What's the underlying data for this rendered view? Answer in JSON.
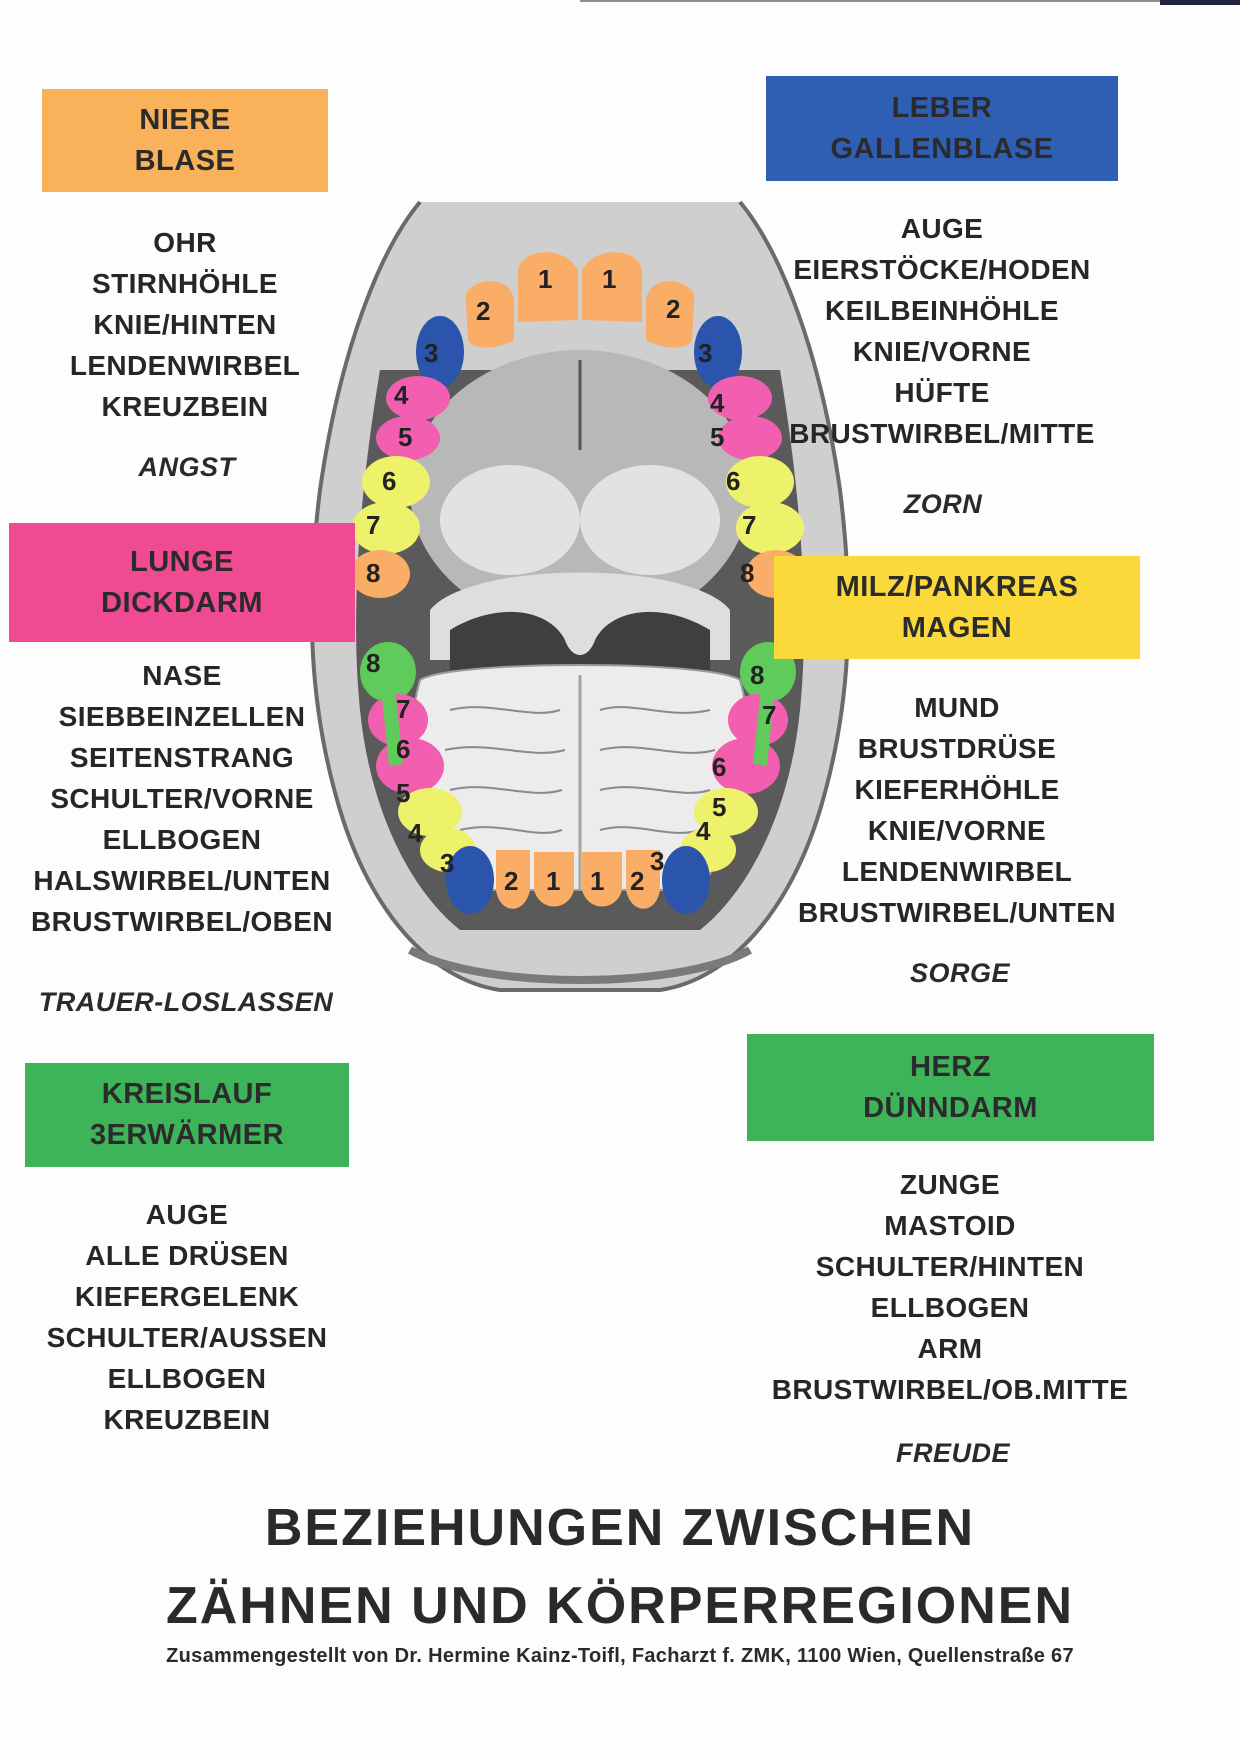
{
  "colors": {
    "niere": "#f9b25a",
    "leber": "#2f5fb5",
    "lunge": "#ef4a92",
    "milz": "#fbd93a",
    "kreislauf": "#3db35a",
    "herz": "#3db35a",
    "tooth_orange": "#f9ad66",
    "tooth_blue": "#2b55ad",
    "tooth_pink": "#f25fb0",
    "tooth_yellow": "#eef16a",
    "tooth_green": "#5ecb5a"
  },
  "groups": [
    {
      "id": "niere",
      "header": [
        "NIERE",
        "BLASE"
      ],
      "items": [
        "OHR",
        "STIRNHÖHLE",
        "KNIE/HINTEN",
        "LENDENWIRBEL",
        "KREUZBEIN"
      ],
      "emotion": "ANGST"
    },
    {
      "id": "leber",
      "header": [
        "LEBER",
        "GALLENBLASE"
      ],
      "items": [
        "AUGE",
        "EIERSTÖCKE/HODEN",
        "KEILBEINHÖHLE",
        "KNIE/VORNE",
        "HÜFTE",
        "BRUSTWIRBEL/MITTE"
      ],
      "emotion": "ZORN"
    },
    {
      "id": "lunge",
      "header": [
        "LUNGE",
        "DICKDARM"
      ],
      "items": [
        "NASE",
        "SIEBBEINZELLEN",
        "SEITENSTRANG",
        "SCHULTER/VORNE",
        "ELLBOGEN",
        "HALSWIRBEL/UNTEN",
        "BRUSTWIRBEL/OBEN"
      ],
      "emotion": "TRAUER-LOSLASSEN"
    },
    {
      "id": "milz",
      "header": [
        "MILZ/PANKREAS",
        "MAGEN"
      ],
      "items": [
        "MUND",
        "BRUSTDRÜSE",
        "KIEFERHÖHLE",
        "KNIE/VORNE",
        "LENDENWIRBEL",
        "BRUSTWIRBEL/UNTEN"
      ],
      "emotion": "SORGE"
    },
    {
      "id": "kreislauf",
      "header": [
        "KREISLAUF",
        "3ERWÄRMER"
      ],
      "items": [
        "AUGE",
        "ALLE DRÜSEN",
        "KIEFERGELENK",
        "SCHULTER/AUSSEN",
        "ELLBOGEN",
        "KREUZBEIN"
      ],
      "emotion": ""
    },
    {
      "id": "herz",
      "header": [
        "HERZ",
        "DÜNNDARM"
      ],
      "items": [
        "ZUNGE",
        "MASTOID",
        "SCHULTER/HINTEN",
        "ELLBOGEN",
        "ARM",
        "BRUSTWIRBEL/OB.MITTE"
      ],
      "emotion": "FREUDE"
    }
  ],
  "teeth": {
    "upper_left": [
      "1",
      "2",
      "3",
      "4",
      "5",
      "6",
      "7",
      "8"
    ],
    "upper_right": [
      "1",
      "2",
      "3",
      "4",
      "5",
      "6",
      "7",
      "8"
    ],
    "lower_left": [
      "1",
      "2",
      "3",
      "4",
      "5",
      "6",
      "7",
      "8"
    ],
    "lower_right": [
      "1",
      "2",
      "3",
      "4",
      "5",
      "6",
      "7",
      "8"
    ]
  },
  "footer": {
    "title_line1": "BEZIEHUNGEN ZWISCHEN",
    "title_line2": "ZÄHNEN UND KÖRPERREGIONEN",
    "credit": "Zusammengestellt von Dr. Hermine Kainz-Toifl, Facharzt f. ZMK, 1100 Wien, Quellenstraße 67"
  }
}
